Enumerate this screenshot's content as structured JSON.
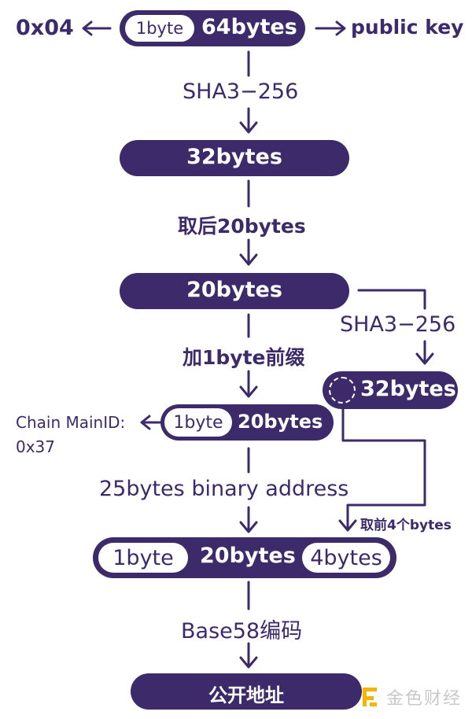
{
  "diagram": {
    "top_row": {
      "prefix_value": "0x04",
      "inner_label": "1byte",
      "main_label": "64bytes",
      "right_label": "public key"
    },
    "step1_label": "SHA3−256",
    "box2_label": "32bytes",
    "step2_label": "取后20bytes",
    "box3_label": "20bytes",
    "branch_label": "SHA3−256",
    "branch_box_label": "32bytes",
    "step3_label": "加1byte前缀",
    "box4": {
      "inner_label": "1byte",
      "main_label": "20bytes"
    },
    "chain_main_id_label": "Chain MainID:",
    "chain_main_id_value": "0x37",
    "step4_label": "25bytes binary address",
    "branch_take_label": "取前4个bytes",
    "box5": {
      "left_label": "1byte",
      "middle_label": "20bytes",
      "right_label": "4bytes"
    },
    "step5_label": "Base58编码",
    "final_label": "公开地址"
  },
  "colors": {
    "primary": "#3d2a6b",
    "background": "#ffffff",
    "watermark": "#c8c8c8",
    "watermark_logo": "#f4b400"
  },
  "watermark": {
    "text": "金色财经"
  }
}
